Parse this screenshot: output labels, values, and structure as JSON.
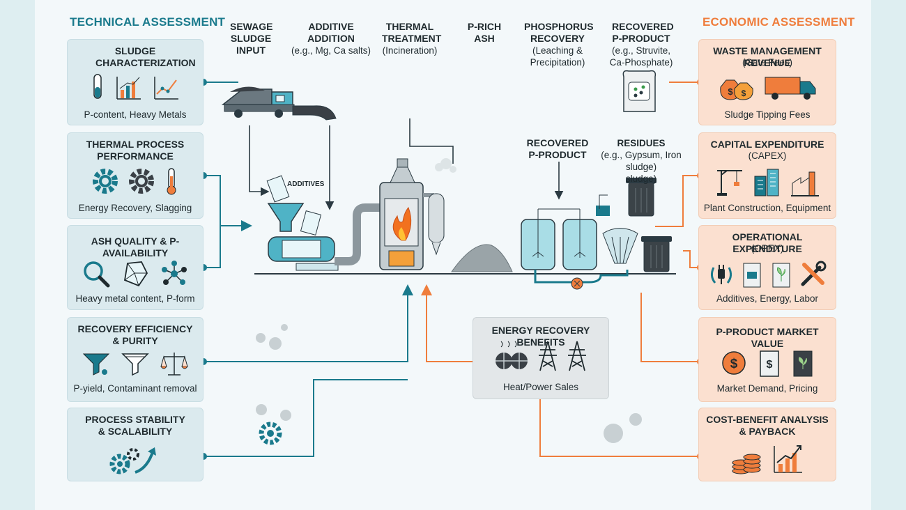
{
  "technical": {
    "title": "TECHNICAL ASSESSMENT",
    "cards": [
      {
        "title": "SLUDGE CHARACTERIZATION",
        "sub": "P-content, Heavy Metals"
      },
      {
        "title": "THERMAL PROCESS PERFORMANCE",
        "sub": "Energy Recovery, Slagging"
      },
      {
        "title": "ASH QUALITY & P-AVAILABILITY",
        "sub": "Heavy metal content, P-form"
      },
      {
        "title": "RECOVERY EFFICIENCY & PURITY",
        "sub": "P-yield, Contaminant removal"
      },
      {
        "title": "PROCESS STABILITY & SCALABILITY",
        "sub": ""
      }
    ]
  },
  "economic": {
    "title": "ECONOMIC ASSESSMENT",
    "cards": [
      {
        "title": "WASTE MANAGEMENT REVENUE",
        "title2": "(Gate Fees)",
        "sub": "Sludge Tipping Fees"
      },
      {
        "title": "CAPITAL EXPENDITURE",
        "title2": "(CAPEX)",
        "sub": "Plant Construction, Equipment"
      },
      {
        "title": "OPERATIONAL EXPENDITURE",
        "title2": "(OPEX)",
        "sub": "Additives, Energy, Labor"
      },
      {
        "title": "P-PRODUCT MARKET VALUE",
        "title2": "",
        "sub": "Market Demand, Pricing"
      },
      {
        "title": "COST-BENEFIT ANALYSIS",
        "title2": "& PAYBACK",
        "sub": ""
      }
    ]
  },
  "process": {
    "steps": [
      {
        "title": "SEWAGE SLUDGE INPUT",
        "note": ""
      },
      {
        "title": "ADDITIVE ADDITION",
        "note": "(e.g., Mg, Ca salts)"
      },
      {
        "title": "THERMAL TREATMENT",
        "note": "(Incineration)"
      },
      {
        "title": "P-RICH ASH",
        "note": ""
      },
      {
        "title": "PHOSPHORUS RECOVERY",
        "note": "(Leaching & Precipitation)"
      },
      {
        "title": "RECOVERED P-PRODUCT",
        "note": "(e.g., Struvite, Ca-Phosphate)"
      }
    ],
    "additives_label": "ADDITIVES",
    "recovered_label": "RECOVERED P-PRODUCT",
    "residues_title": "RESIDUES",
    "residues_note": "(e.g., Gypsum, Iron sludge)",
    "residues_note2": "sludge)"
  },
  "energy_box": {
    "title": "ENERGY RECOVERY BENEFITS",
    "sub": "Heat/Power Sales"
  },
  "colors": {
    "teal": "#1a7a8c",
    "orange": "#ef7d3c",
    "dark": "#2b3a42",
    "tech_card": "#dbeaee",
    "econ_card": "#fbe0d0"
  }
}
